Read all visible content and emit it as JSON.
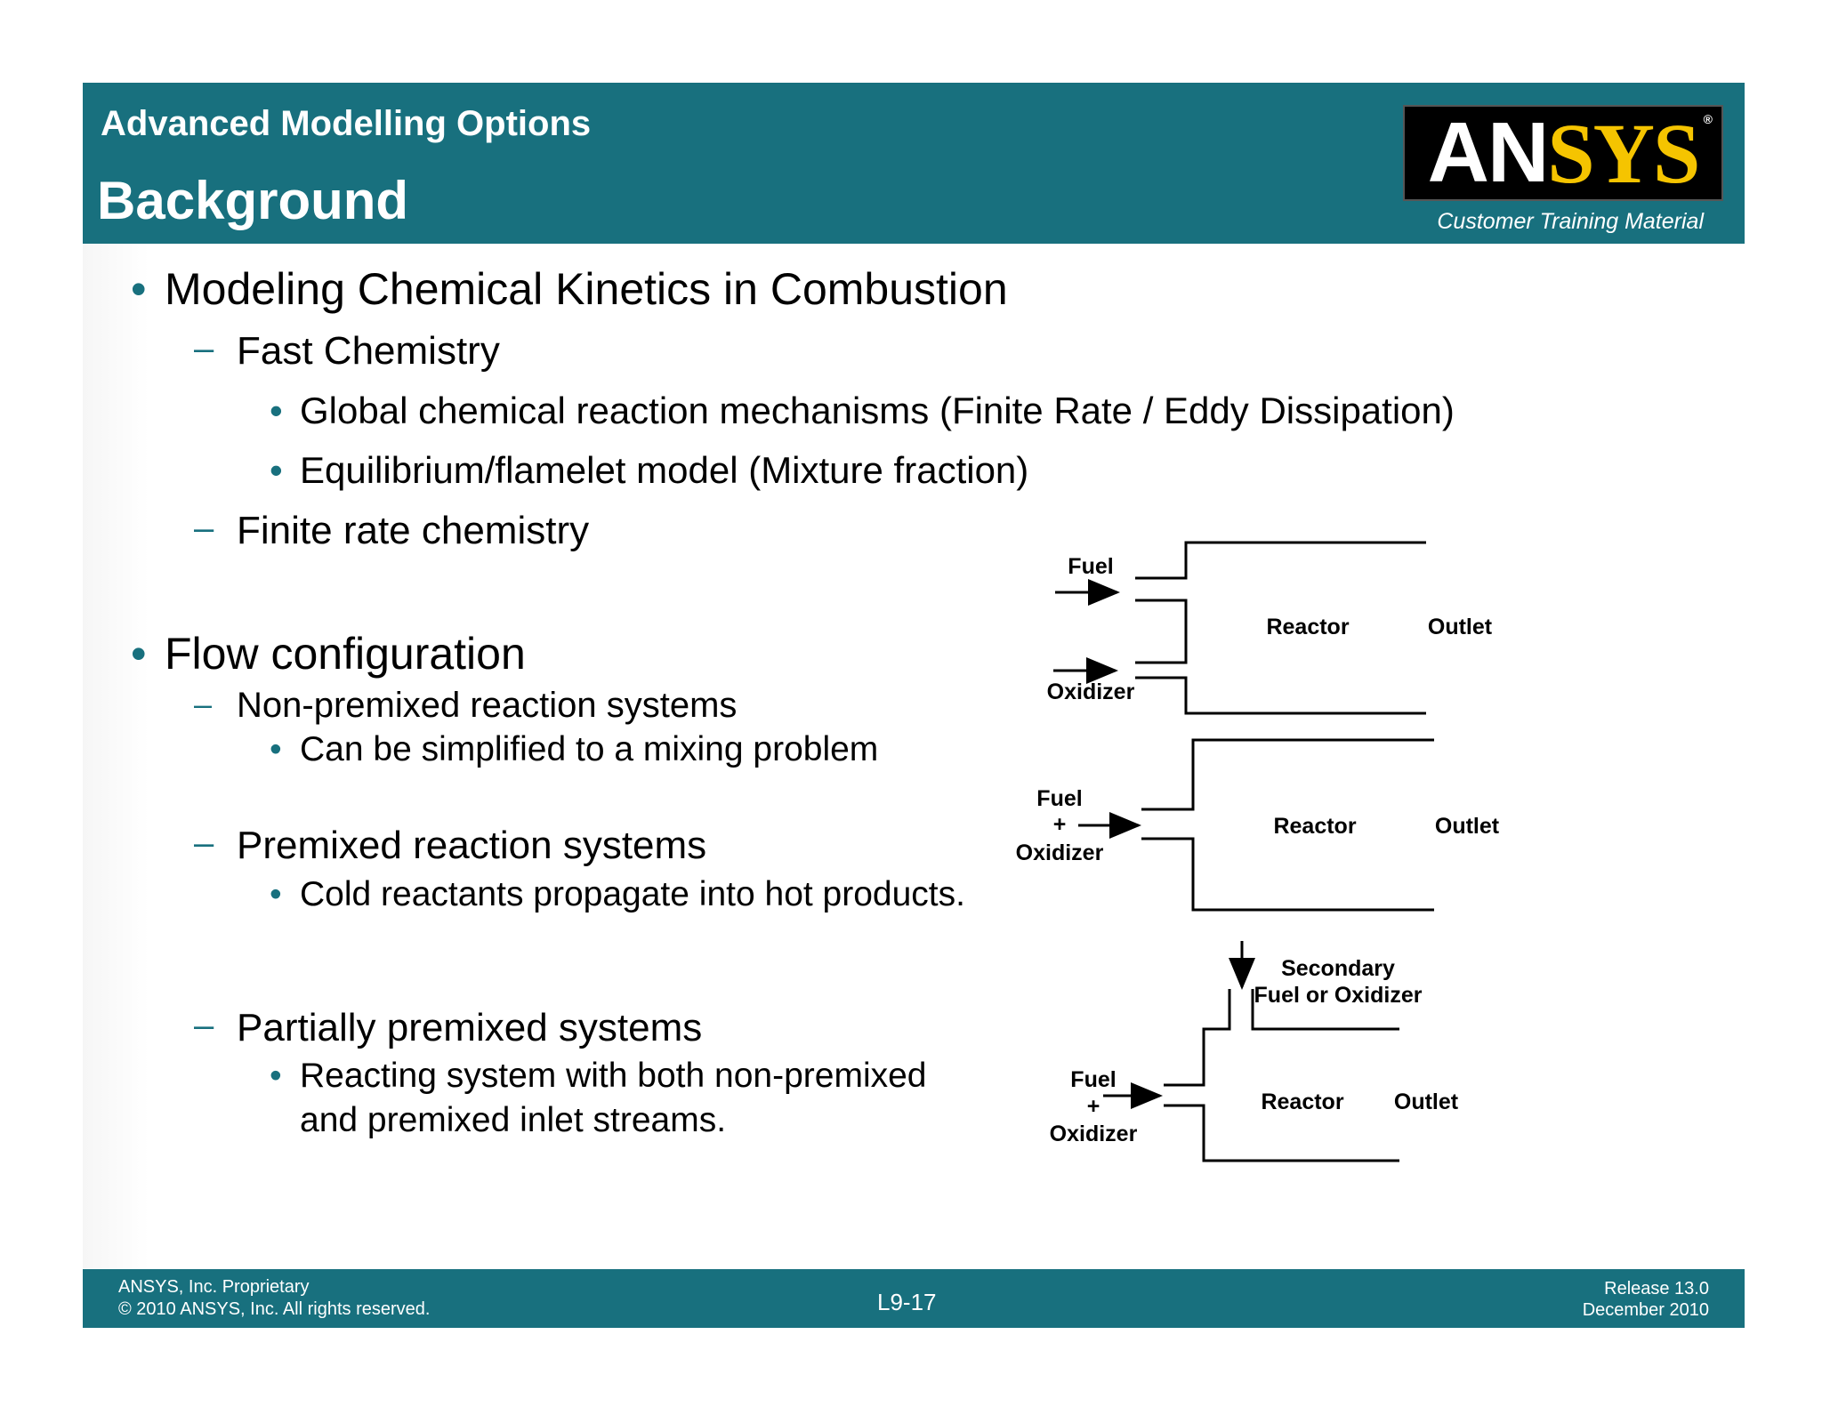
{
  "header": {
    "section": "Advanced Modelling Options",
    "title": "Background",
    "logo_an": "AN",
    "logo_sys": "SYS",
    "logo_reg": "®",
    "training": "Customer Training Material"
  },
  "content": {
    "b1": "Modeling Chemical Kinetics in Combustion",
    "b1_1": "Fast Chemistry",
    "b1_1_1": "Global chemical reaction mechanisms (Finite Rate / Eddy Dissipation)",
    "b1_1_2": "Equilibrium/flamelet model (Mixture fraction)",
    "b1_2": "Finite rate chemistry",
    "b2": "Flow configuration",
    "b2_1": "Non-premixed reaction systems",
    "b2_1_1": "Can be simplified to a mixing problem",
    "b2_2": "Premixed reaction systems",
    "b2_2_1": "Cold reactants propagate into hot products.",
    "b2_3": "Partially premixed systems",
    "b2_3_1a": "Reacting system with both non-premixed",
    "b2_3_1b": "and premixed inlet streams."
  },
  "marks": {
    "bullet": "•",
    "dash": "–"
  },
  "diagrams": {
    "d1": {
      "fuel": "Fuel",
      "oxidizer": "Oxidizer",
      "reactor": "Reactor",
      "outlet": "Outlet"
    },
    "d2": {
      "fuel": "Fuel",
      "plus": "+",
      "oxidizer": "Oxidizer",
      "reactor": "Reactor",
      "outlet": "Outlet"
    },
    "d3": {
      "secondary": "Secondary",
      "secondary2": "Fuel or Oxidizer",
      "fuel": "Fuel",
      "plus": "+",
      "oxidizer": "Oxidizer",
      "reactor": "Reactor",
      "outlet": "Outlet"
    }
  },
  "footer": {
    "proprietary": "ANSYS, Inc. Proprietary",
    "copyright": "© 2010 ANSYS, Inc.  All rights reserved.",
    "page": "L9-17",
    "release": "Release 13.0",
    "date": "December 2010"
  },
  "colors": {
    "brand_teal": "#18707e",
    "logo_yellow": "#f5c400"
  }
}
